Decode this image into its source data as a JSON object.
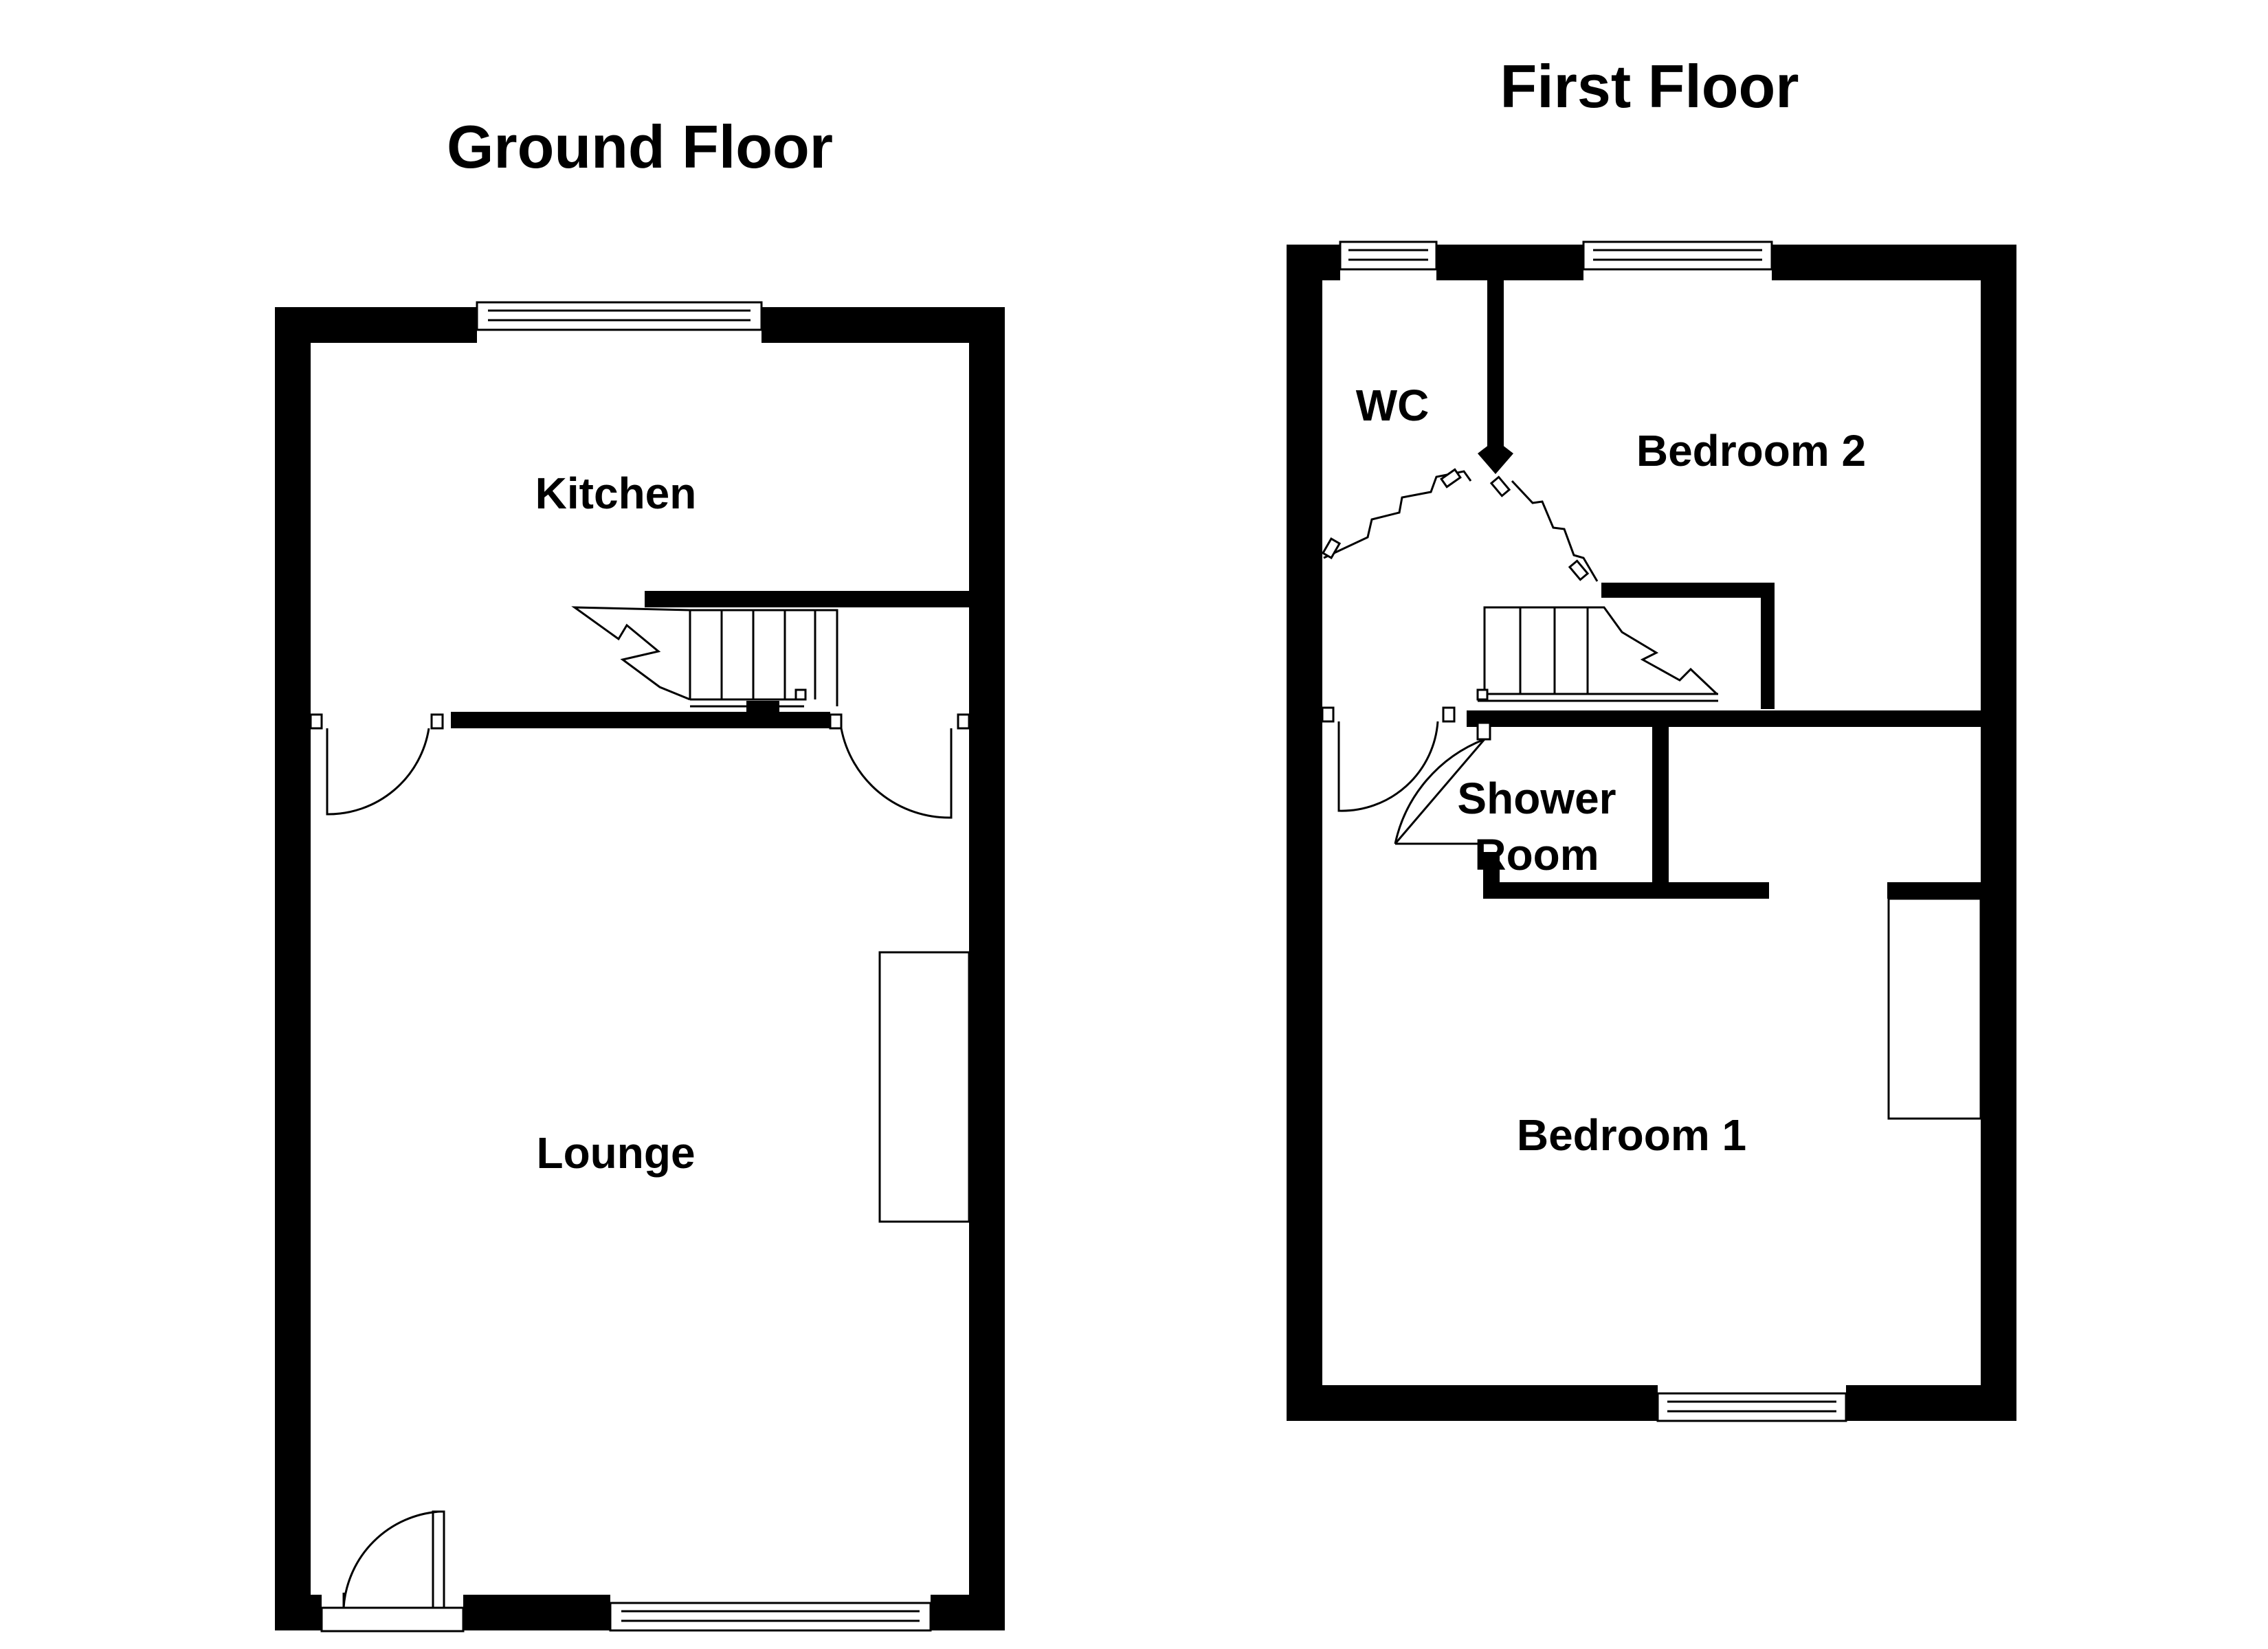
{
  "floors": {
    "ground": {
      "title": "Ground Floor",
      "rooms": {
        "kitchen": "Kitchen",
        "lounge": "Lounge"
      }
    },
    "first": {
      "title": "First Floor",
      "rooms": {
        "wc": "WC",
        "bedroom2": "Bedroom 2",
        "shower_line1": "Shower",
        "shower_line2": "Room",
        "bedroom1": "Bedroom 1"
      }
    }
  },
  "colors": {
    "wall": "#000000",
    "background": "#ffffff"
  }
}
